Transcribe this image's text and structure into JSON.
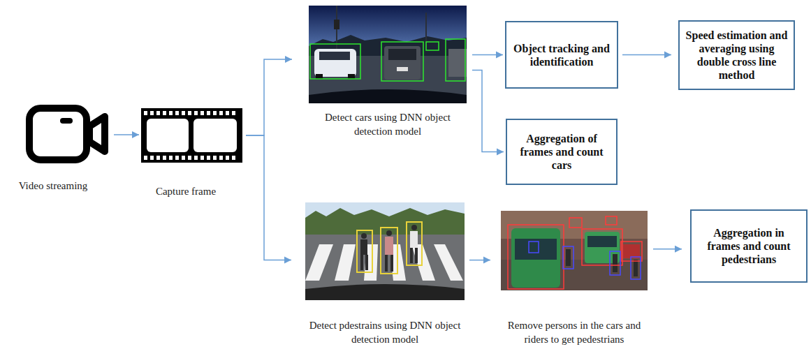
{
  "diagram": {
    "nodes": [
      {
        "text": [
          "Video streaming"
        ]
      },
      {
        "text": [
          "Capture frame"
        ]
      },
      {
        "text": [
          "Detect cars using DNN object detection model"
        ]
      },
      {
        "text": [
          "Object tracking and identification"
        ]
      },
      {
        "text": [
          "Speed estimation and averaging using double cross line method"
        ]
      },
      {
        "text": [
          "Aggregation of frames and count cars"
        ]
      },
      {
        "text": [
          "Detect pdestrains using DNN object detection model"
        ]
      },
      {
        "text": [
          "Remove persons in the cars and riders to get pedestrians"
        ]
      },
      {
        "text": [
          "Aggregation in frames and count pedestrians"
        ]
      }
    ],
    "edges": [
      {
        "from": 0,
        "to": 1,
        "arrow": "to"
      },
      {
        "from": 1,
        "to": 2,
        "arrow": "to"
      },
      {
        "from": 1,
        "to": 6,
        "arrow": "to"
      },
      {
        "from": 2,
        "to": 3,
        "arrow": "to"
      },
      {
        "from": 3,
        "to": 4,
        "arrow": "to"
      },
      {
        "from": 2,
        "to": 5,
        "arrow": "to"
      },
      {
        "from": 6,
        "to": 7,
        "arrow": "to"
      },
      {
        "from": 7,
        "to": 8,
        "arrow": "to"
      }
    ]
  }
}
